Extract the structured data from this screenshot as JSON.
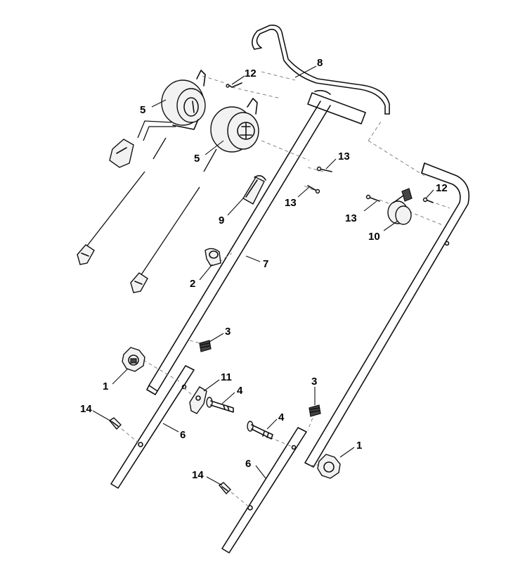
{
  "callouts": {
    "c1a": "1",
    "c1b": "1",
    "c2": "2",
    "c3a": "3",
    "c3b": "3",
    "c4a": "4",
    "c4b": "4",
    "c5a": "5",
    "c5b": "5",
    "c6a": "6",
    "c6b": "6",
    "c7": "7",
    "c8": "8",
    "c9": "9",
    "c10": "10",
    "c11": "11",
    "c12a": "12",
    "c12b": "12",
    "c13a": "13",
    "c13b": "13",
    "c13c": "13",
    "c14a": "14",
    "c14b": "14"
  }
}
